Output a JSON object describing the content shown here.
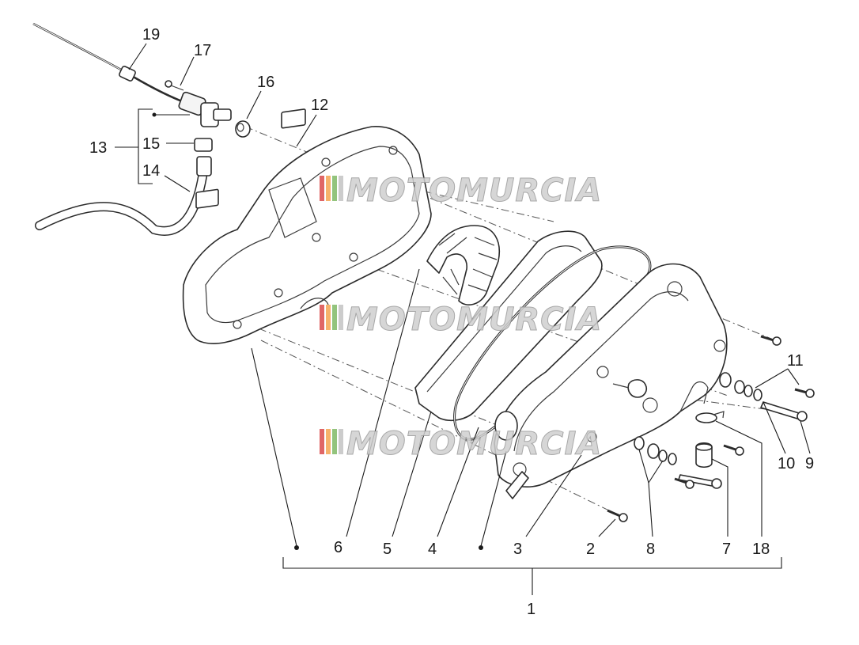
{
  "watermark": {
    "text": "MOTOMURCIA",
    "colors": [
      "#e06666",
      "#f6b26b",
      "#93c47d",
      "#cccccc"
    ]
  },
  "callouts": {
    "c1": "1",
    "c2": "2",
    "c3": "3",
    "c4": "4",
    "c5": "5",
    "c6": "6",
    "c7": "7",
    "c8": "8",
    "c9": "9",
    "c10": "10",
    "c11": "11",
    "c12": "12",
    "c13": "13",
    "c14": "14",
    "c15": "15",
    "c16": "16",
    "c17": "17",
    "c18": "18",
    "c19": "19"
  },
  "colors": {
    "line": "#2b2b2b",
    "text": "#1a1a1a",
    "background": "#ffffff"
  }
}
